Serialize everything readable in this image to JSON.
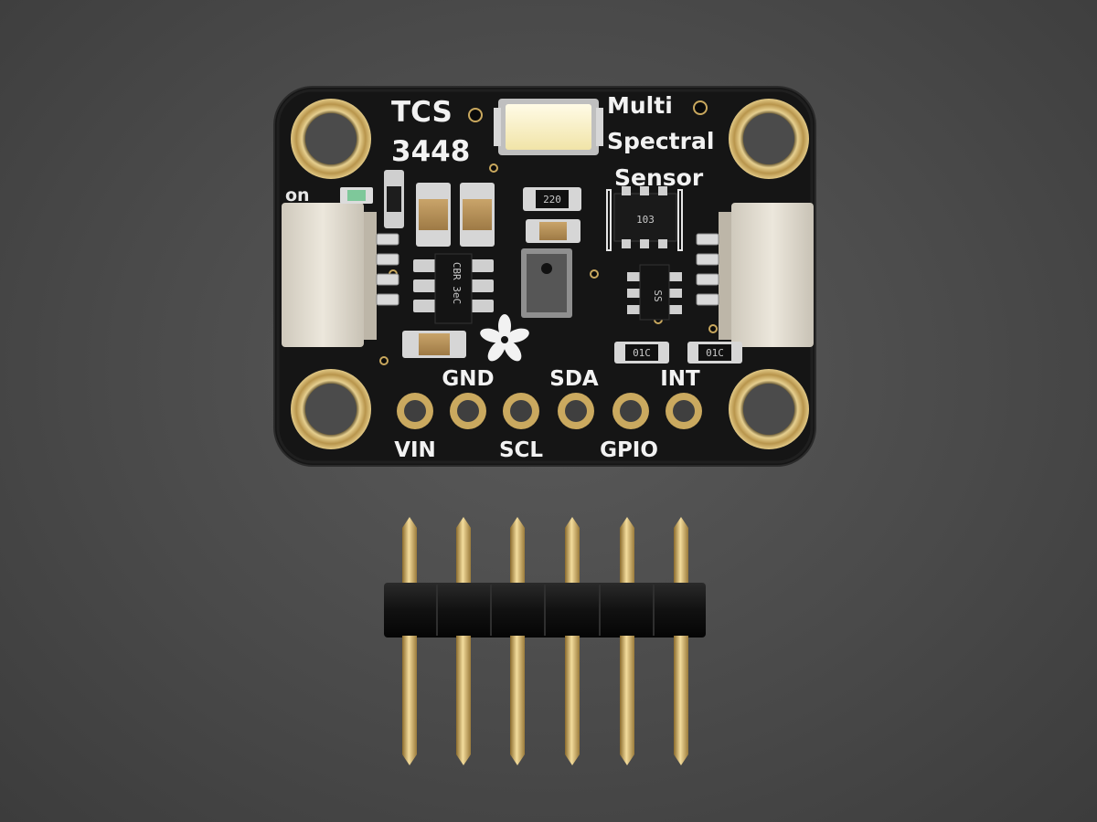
{
  "board": {
    "title_line1": "TCS",
    "title_line2": "3448",
    "desc_line1": "Multi",
    "desc_line2": "Spectral",
    "desc_line3": "Sensor",
    "power_label": "on"
  },
  "pins_top": [
    {
      "label": "GND"
    },
    {
      "label": "SDA"
    },
    {
      "label": "INT"
    }
  ],
  "pins_bottom": [
    {
      "label": "VIN"
    },
    {
      "label": "SCL"
    },
    {
      "label": "GPIO"
    }
  ],
  "chip_marks": {
    "resistor_top": "220",
    "transistor": "103",
    "regulator": "CBR 3eC",
    "shifter": "SS",
    "res_a": "01C",
    "res_b": "01C"
  },
  "colors": {
    "pcb": "#161616",
    "silkscreen": "#f2f2f2",
    "gold": "#d4b46a",
    "background": "#4a4a4a",
    "led": "#f6eec8"
  },
  "header_pin_count": 6
}
